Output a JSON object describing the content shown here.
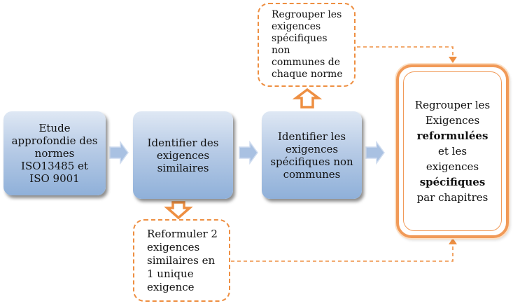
{
  "steps": [
    {
      "text": "Etude approfondie des normes ISO13485 et ISO 9001"
    },
    {
      "text": "Identifier des exigences similaires"
    },
    {
      "text": "Identifier les exigences spécifiques non communes"
    }
  ],
  "notes": {
    "top": "Regrouper les exigences spécifiques non communes de chaque norme",
    "bottom": "Reformuler 2 exigences similaires en 1 unique exigence"
  },
  "final": {
    "line1": "Regrouper les",
    "line2": "Exigences",
    "line3_bold": "reformulées",
    "line4": "et les",
    "line5": "exigences",
    "line6_bold": "spécifiques",
    "line7": "par chapitres"
  },
  "colors": {
    "box_fill_top": "#dfe8f4",
    "box_fill_bottom": "#8fb0d9",
    "accent_orange": "#ee8f42",
    "arrow_blue": "#a9c1e2"
  }
}
